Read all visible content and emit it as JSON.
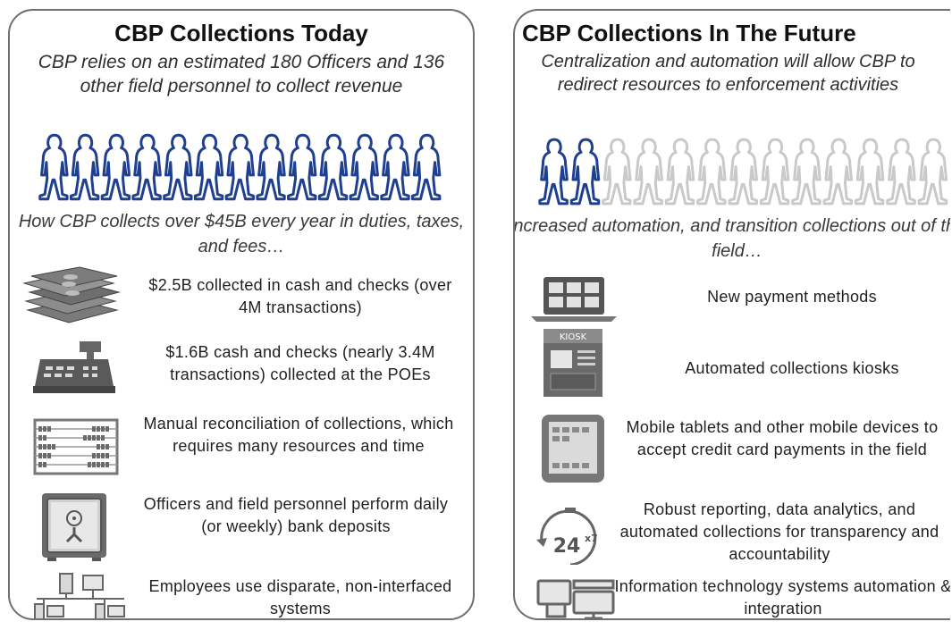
{
  "left": {
    "title": "CBP Collections Today",
    "subtitle": "CBP relies on an estimated 180 Officers and 136 other field personnel to collect revenue",
    "intro": "How CBP collects over $45B every year in duties, taxes, and fees…",
    "people_total": 13,
    "people_active": 13,
    "items": [
      {
        "icon": "cash-stack-icon",
        "text": "$2.5B collected in cash and checks (over 4M transactions)"
      },
      {
        "icon": "cash-register-icon",
        "text": "$1.6B cash and checks (nearly 3.4M transactions) collected at the POEs"
      },
      {
        "icon": "abacus-icon",
        "text": "Manual reconciliation of collections, which requires many resources and time"
      },
      {
        "icon": "safe-icon",
        "text": "Officers and field personnel perform daily (or weekly) bank deposits"
      },
      {
        "icon": "networked-computers-icon",
        "text": "Employees use disparate, non-interfaced systems"
      }
    ]
  },
  "right": {
    "title": "CBP Collections In The Future",
    "subtitle": "Centralization and automation will allow CBP to redirect resources to enforcement activities",
    "intro": "Increased automation, and transition collections out of the field…",
    "people_total": 13,
    "people_active": 2,
    "items": [
      {
        "icon": "laptop-payment-icon",
        "text": "New payment methods"
      },
      {
        "icon": "kiosk-icon",
        "text": "Automated collections kiosks",
        "label": "KIOSK"
      },
      {
        "icon": "tablet-icon",
        "text": "Mobile tablets and other mobile devices to accept credit card payments in the field"
      },
      {
        "icon": "stopwatch-24x7-icon",
        "text": "Robust reporting, data analytics, and automated collections for transparency and accountability",
        "label": "24",
        "sup": "x7"
      },
      {
        "icon": "monitors-icon",
        "text": "Information technology systems automation & integration"
      }
    ]
  },
  "colors": {
    "active_person": "#1f3f8f",
    "inactive_person": "#c9c9c9",
    "icon_dark": "#555555",
    "icon_mid": "#8a8a8a",
    "border": "#6f6f6f"
  }
}
